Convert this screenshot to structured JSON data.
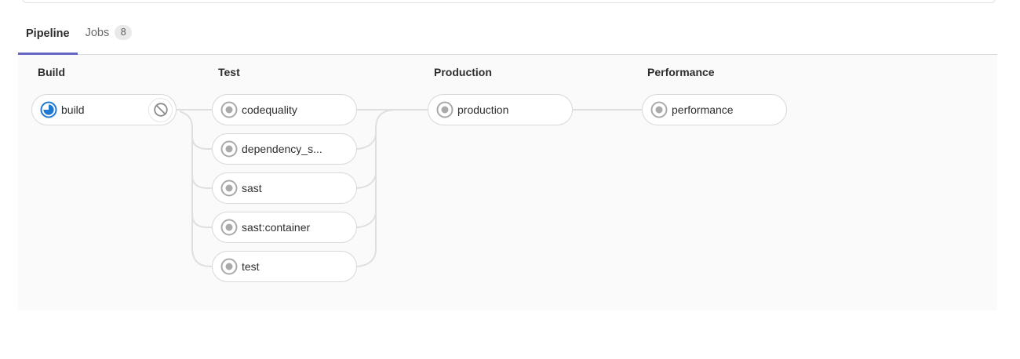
{
  "tabs": [
    {
      "label": "Pipeline",
      "active": true
    },
    {
      "label": "Jobs",
      "badge": "8",
      "active": false
    }
  ],
  "stages": [
    {
      "title": "Build",
      "jobs": [
        {
          "name": "build",
          "status": "running",
          "action": "cancel"
        }
      ]
    },
    {
      "title": "Test",
      "jobs": [
        {
          "name": "codequality",
          "status": "created"
        },
        {
          "name": "dependency_s...",
          "status": "created"
        },
        {
          "name": "sast",
          "status": "created"
        },
        {
          "name": "sast:container",
          "status": "created"
        },
        {
          "name": "test",
          "status": "created"
        }
      ]
    },
    {
      "title": "Production",
      "jobs": [
        {
          "name": "production",
          "status": "created"
        }
      ]
    },
    {
      "title": "Performance",
      "jobs": [
        {
          "name": "performance",
          "status": "created"
        }
      ]
    }
  ],
  "colors": {
    "tab_active_underline": "#6666c4",
    "status_running_blue": "#1f78d1",
    "status_created_gray": "#aaaaaa",
    "connector_line": "#dfdfdf",
    "panel_background": "#fafafa",
    "pill_border": "#d8d8d8"
  }
}
